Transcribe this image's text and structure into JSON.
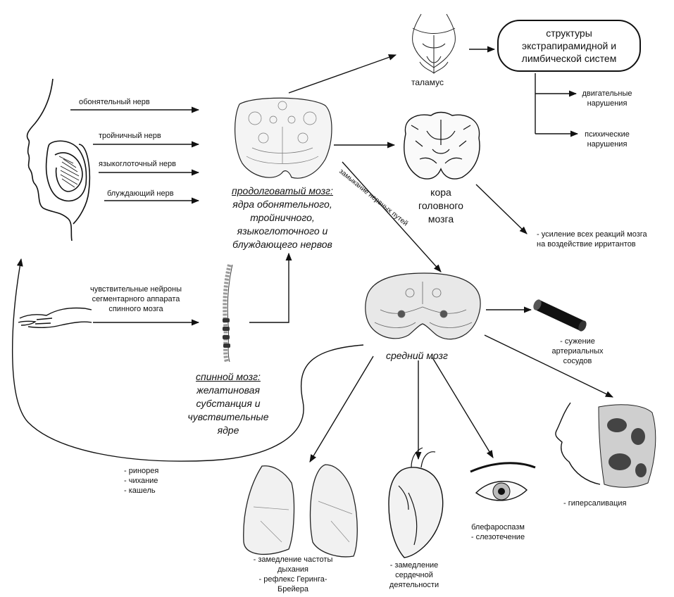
{
  "nerves": [
    "обонятельный нерв",
    "тройничный нерв",
    "языкоглоточный нерв",
    "блуждающий нерв"
  ],
  "medulla": {
    "title": "продолговатый мозг:",
    "lines": [
      "ядра обонятельного,",
      "тройничного,",
      "языкоглоточного и",
      "блуждающего нервов"
    ]
  },
  "thalamus": "таламус",
  "structures_box": [
    "структуры",
    "экстрапирамидной и",
    "лимбической систем"
  ],
  "motor": [
    "двигательные",
    "нарушения"
  ],
  "psychic": [
    "психические",
    "нарушения"
  ],
  "cortex": [
    "кора",
    "головного",
    "мозга"
  ],
  "cortex_effect": [
    "- усиление всех реакций мозга",
    "на воздействие ирритантов"
  ],
  "closure": "замыкание нервных путей",
  "sensory": [
    "чувствительные нейроны",
    "сегментарного аппарата",
    "спинного мозга"
  ],
  "spinal": {
    "title": "спинной мозг:",
    "lines": [
      "желатиновая",
      "субстанция и",
      "чувствительные",
      "ядре"
    ]
  },
  "midbrain": "средний мозг",
  "vessels": [
    "- сужение",
    "артериальных",
    "сосудов"
  ],
  "nose": [
    "- ринорея",
    "- чихание",
    "- кашель"
  ],
  "lungs": [
    "- замедление частоты",
    "дыхания",
    "- рефлекс Геринга-",
    "Брейера"
  ],
  "heart": [
    "- замедление",
    "сердечной",
    "деятельности"
  ],
  "eye": [
    "блефароспазм",
    "- слезотечение"
  ],
  "saliva": "- гиперсаливация"
}
